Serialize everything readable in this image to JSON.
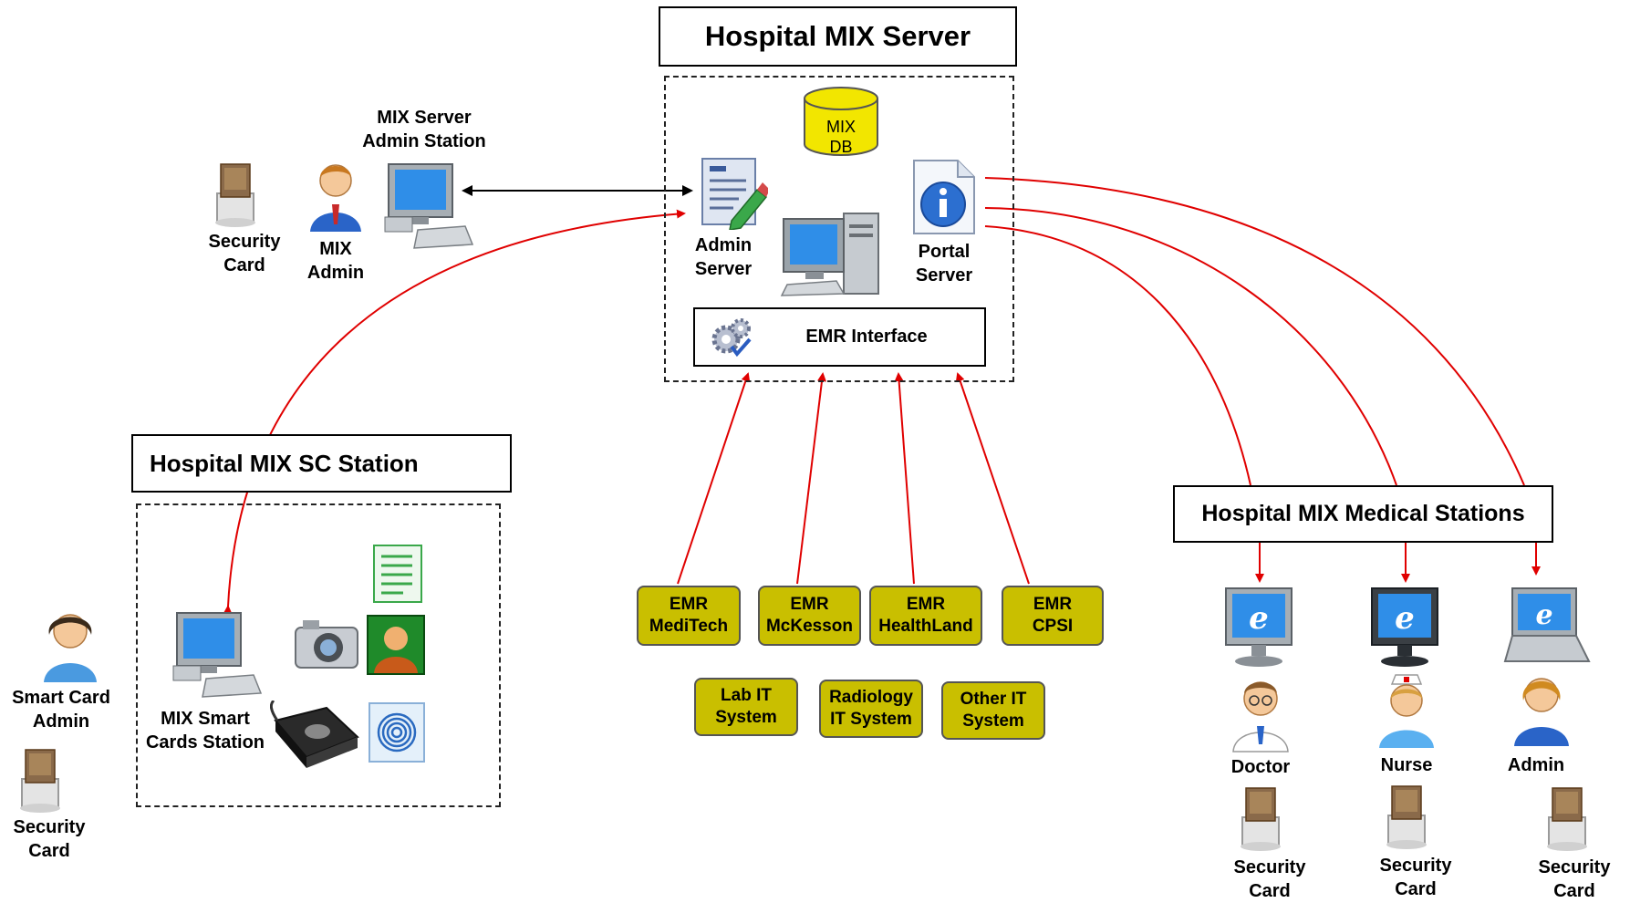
{
  "titles": {
    "server": "Hospital MIX Server",
    "sc_station": "Hospital MIX SC Station",
    "medical_stations": "Hospital MIX Medical Stations"
  },
  "server": {
    "db_label": "MIX\nDB",
    "admin_server": "Admin\nServer",
    "portal_server": "Portal\nServer",
    "emr_interface": "EMR Interface"
  },
  "admin_station": {
    "title": "MIX Server\nAdmin Station",
    "security_card": "Security\nCard",
    "mix_admin": "MIX\nAdmin"
  },
  "sc_station": {
    "smart_card_admin": "Smart Card\nAdmin",
    "security_card": "Security\nCard",
    "station_label": "MIX Smart\nCards Station"
  },
  "emr_systems": [
    "EMR\nMediTech",
    "EMR\nMcKesson",
    "EMR\nHealthLand",
    "EMR\nCPSI"
  ],
  "it_systems": [
    "Lab IT\nSystem",
    "Radiology\nIT System",
    "Other IT\nSystem"
  ],
  "medical_stations": [
    {
      "role": "Doctor",
      "card": "Security\nCard"
    },
    {
      "role": "Nurse",
      "card": "Security\nCard"
    },
    {
      "role": "Admin",
      "card": "Security\nCard"
    }
  ],
  "colors": {
    "box_yellow": "#c9bf00",
    "db_yellow": "#f2e600",
    "arrow_red": "#e00000",
    "arrow_black": "#000000"
  }
}
